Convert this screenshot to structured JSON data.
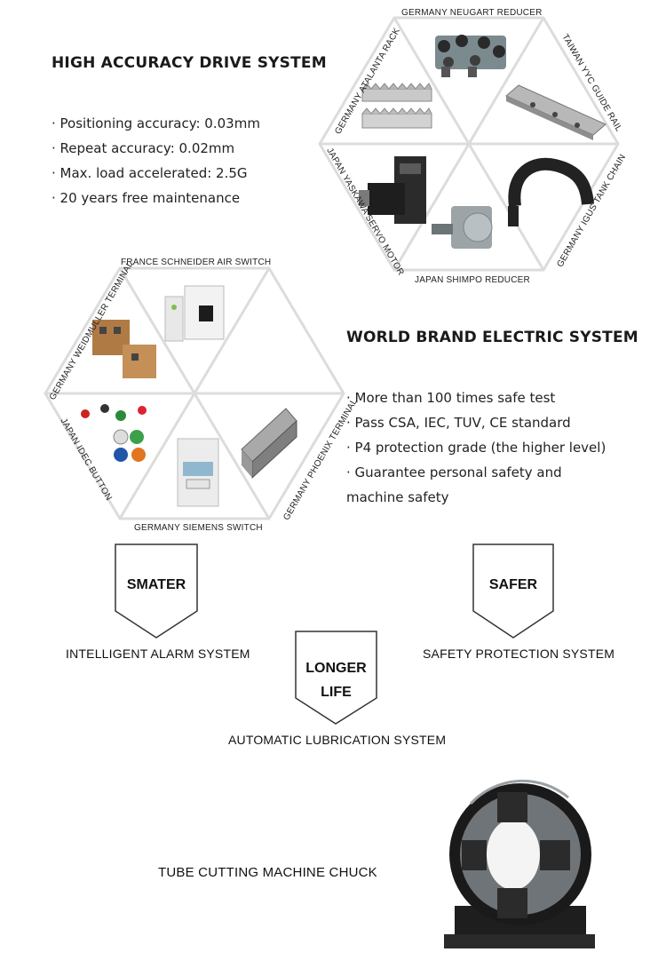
{
  "drive": {
    "title": "HIGH ACCURACY DRIVE SYSTEM",
    "bullets": [
      "· Positioning accuracy: 0.03mm",
      "· Repeat accuracy: 0.02mm",
      "· Max. load accelerated: 2.5G",
      "· 20 years free maintenance"
    ],
    "hex_labels": {
      "top": "GERMANY NEUGART REDUCER",
      "top_right": "TAIWAN YYC GUIDE RAIL",
      "bottom_right": "GERMANY IGUS TANK CHAIN",
      "bottom": "JAPAN SHIMPO REDUCER",
      "bottom_left": "JAPAN YASKAWA SERVO MOTOR",
      "top_left": "GERMANY ATALANTA RACK"
    }
  },
  "electric": {
    "title": "WORLD BRAND ELECTRIC SYSTEM",
    "bullets": [
      "· More than 100 times safe test",
      "· Pass CSA, IEC, TUV, CE standard",
      "· P4 protection grade (the higher level)",
      "· Guarantee personal safety and",
      "machine safety"
    ],
    "hex_labels": {
      "top": "FRANCE SCHNEIDER AIR SWITCH",
      "top_left": "GERMANY WEIDMULLER TERMINAL",
      "bottom_left": "JAPAN IDEC BUTTON",
      "bottom": "GERMANY SIEMENS SWITCH",
      "bottom_right": "GERMANY PHOENIX TERMINAL"
    }
  },
  "features": [
    {
      "badge": "SMATER",
      "label": "INTELLIGENT ALARM SYSTEM"
    },
    {
      "badge_line1": "LONGER",
      "badge_line2": "LIFE",
      "label": "AUTOMATIC LUBRICATION SYSTEM"
    },
    {
      "badge": "SAFER",
      "label": "SAFETY PROTECTION SYSTEM"
    }
  ],
  "chuck": {
    "label": "TUBE CUTTING MACHINE CHUCK"
  }
}
